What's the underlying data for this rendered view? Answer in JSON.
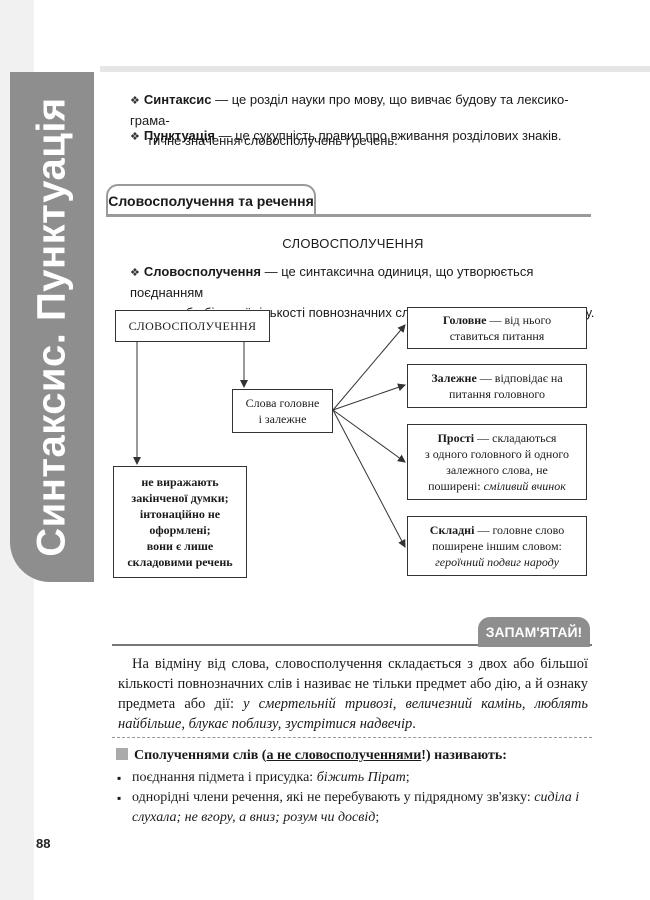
{
  "side": {
    "title": "Синтаксис. Пунктуація",
    "page_number": "88"
  },
  "definitions": [
    {
      "term": "Синтаксис",
      "line1": " — це розділ науки про мову, що вивчає будову та лексико-грама-",
      "line2": "тичне значення словосполучень і речень."
    },
    {
      "term": "Пунктуація",
      "line1": " — це сукупність правил про вживання розділових знаків."
    }
  ],
  "section": {
    "title": "Словосполучення та речення",
    "subheading": "СЛОВОСПОЛУЧЕННЯ"
  },
  "def_phrase": {
    "term": "Словосполучення",
    "line1": " — це синтаксична одиниця, що утворюється поєднанням",
    "line2": "двох або більшої кількості повнозначних слів на основі підрядного зв'язку."
  },
  "diagram": {
    "root": "СЛОВОСПОЛУЧЕННЯ",
    "middle": {
      "line1": "Слова головне",
      "line2": "і залежне"
    },
    "left": {
      "lines": [
        "не виражають",
        "закінченої думки;",
        "інтонаційно не",
        "оформлені;",
        "вони є лише",
        "складовими речень"
      ]
    },
    "right": [
      {
        "bold": "Головне",
        "rest": " — від нього",
        "line2": "ставиться питання"
      },
      {
        "bold": "Залежне",
        "rest": " — відповідає на",
        "line2": "питання головного"
      },
      {
        "bold": "Прості",
        "rest": " — складаються",
        "line2": "з одного головного й одного",
        "line3": "залежного слова, не",
        "line4": "поширені: ",
        "example": "сміливий вчинок"
      },
      {
        "bold": "Складні",
        "rest": " — головне слово",
        "line2": "поширене іншим словом:",
        "example": "героїчний подвиг народу"
      }
    ]
  },
  "remember": {
    "label": "ЗАПАМ'ЯТАЙ!",
    "text": "На відміну від слова, словосполучення складається з двох або більшої кількості повнозначних слів і називає не тільки предмет або дію, а й ознаку предмета або дії: ",
    "examples": "у смертельній тривозі, величезний камінь, люблять найбільше, блукає поблизу, зустрітися надвечір",
    "end": "."
  },
  "combos": {
    "head_a": "Сполученнями слів (",
    "head_u": "а не словосполученнями",
    "head_b": "!) називають:",
    "items": [
      {
        "text": "поєднання підмета і присудка: ",
        "example": "біжить Пірат",
        "end": ";"
      },
      {
        "text": "однорідні члени речення, які не перебувають у підрядному зв'язку: ",
        "example": "сиділа і слухала; не вгору, а вниз; розум чи досвід",
        "end": ";"
      }
    ]
  }
}
